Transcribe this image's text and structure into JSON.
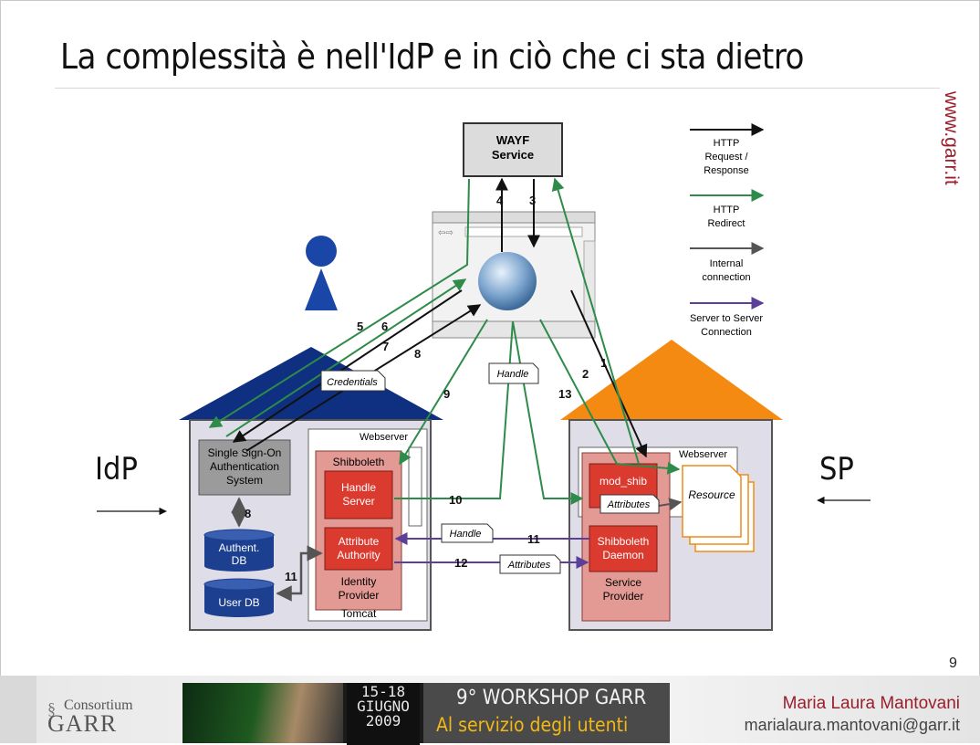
{
  "slide": {
    "title": "La complessità è nell'IdP e in ciò che ci sta dietro",
    "site": "www.garr.it",
    "idp_label": "IdP",
    "sp_label": "SP",
    "page_number": "9"
  },
  "diagram": {
    "wayf": [
      "WAYF",
      "Service"
    ],
    "legend": [
      {
        "lines": [
          "HTTP",
          "Request /",
          "Response"
        ],
        "color": "#111111"
      },
      {
        "lines": [
          "HTTP",
          "Redirect"
        ],
        "color": "#2e8b4a"
      },
      {
        "lines": [
          "Internal",
          "connection"
        ],
        "color": "#555555"
      },
      {
        "lines": [
          "Server to Server",
          "Connection"
        ],
        "color": "#5b3f99"
      }
    ],
    "idp": {
      "webserver": "Webserver",
      "sso": [
        "Single Sign-On",
        "Authentication",
        "System"
      ],
      "shibboleth": "Shibboleth",
      "handle_server": [
        "Handle",
        "Server"
      ],
      "attribute_authority": [
        "Attribute",
        "Authority"
      ],
      "identity_provider": [
        "Identity",
        "Provider"
      ],
      "tomcat": "Tomcat",
      "authn_db": [
        "Authent.",
        "DB"
      ],
      "user_db": "User DB"
    },
    "sp": {
      "webserver": "Webserver",
      "mod_shib": "mod_shib",
      "resource": "Resource",
      "daemon": [
        "Shibboleth",
        "Daemon"
      ],
      "service_provider": [
        "Service",
        "Provider"
      ]
    },
    "tags": {
      "credentials": "Credentials",
      "handle": "Handle",
      "attributes": "Attributes"
    },
    "steps": [
      "1",
      "2",
      "3",
      "4",
      "5",
      "6",
      "7",
      "8",
      "8",
      "9",
      "10",
      "11",
      "11",
      "12",
      "13"
    ]
  },
  "footer": {
    "logo_top": "Consortium",
    "logo_bottom": "GARR",
    "dates": [
      "15-18",
      "GIUGNO",
      "2009"
    ],
    "workshop": "9° WORKSHOP GARR",
    "subtitle": "Al servizio degli utenti",
    "author": "Maria Laura Mantovani",
    "email": "marialaura.mantovani@garr.it"
  }
}
